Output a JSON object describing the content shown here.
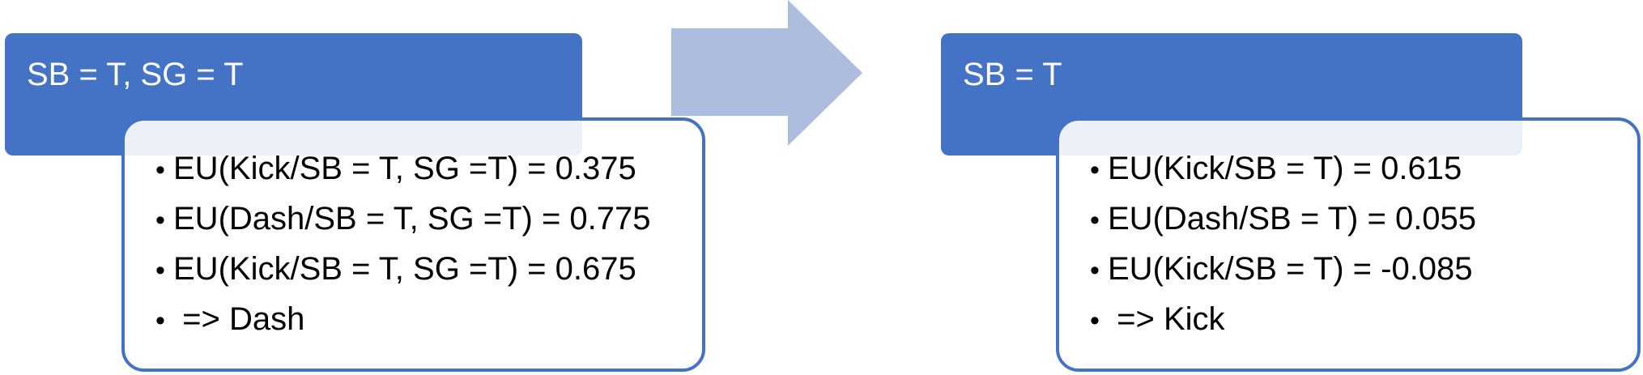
{
  "left": {
    "header": "SB = T, SG = T",
    "bullets": [
      "EU(Kick/SB = T, SG =T) = 0.375",
      "EU(Dash/SB = T, SG =T) = 0.775",
      "EU(Kick/SB = T, SG =T) = 0.675",
      " => Dash"
    ]
  },
  "right": {
    "header": "SB = T",
    "bullets": [
      "EU(Kick/SB = T) = 0.615",
      "EU(Dash/SB = T) = 0.055",
      "EU(Kick/SB = T) = -0.085",
      " => Kick"
    ]
  },
  "colors": {
    "header_fill": "#4472c4",
    "box_border": "#4472c4",
    "arrow_fill": "#aebcdf"
  },
  "icons": {
    "arrow": "right-arrow-icon",
    "bullet": "bullet-dot-icon"
  }
}
